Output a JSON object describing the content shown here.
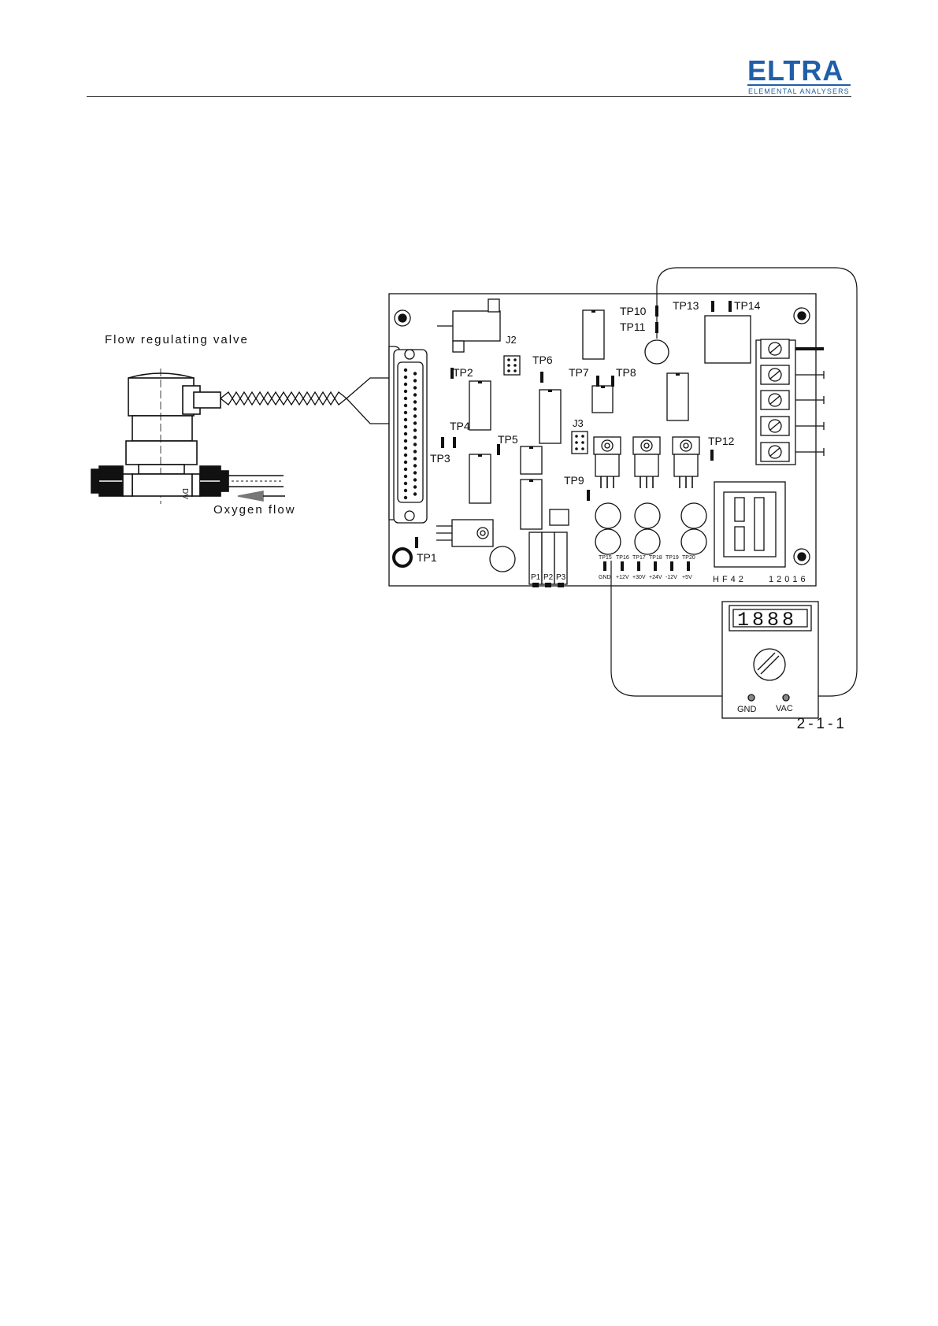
{
  "header": {
    "logo_text": "ELTRA",
    "logo_subtitle": "ELEMENTAL ANALYSERS"
  },
  "diagram": {
    "valve_label": "Flow regulating valve",
    "flow_label": "Oxygen flow",
    "valve_marking": "DV",
    "board_marking": "HF42",
    "board_number": "12016",
    "connectors": {
      "j2": "J2",
      "j3": "J3"
    },
    "test_points": {
      "tp1": "TP1",
      "tp2": "TP2",
      "tp3": "TP3",
      "tp4": "TP4",
      "tp5": "TP5",
      "tp6": "TP6",
      "tp7": "TP7",
      "tp8": "TP8",
      "tp9": "TP9",
      "tp10": "TP10",
      "tp11": "TP11",
      "tp12": "TP12",
      "tp13": "TP13",
      "tp14": "TP14"
    },
    "bottom_test_points": [
      {
        "name": "TP15",
        "voltage": "GND"
      },
      {
        "name": "TP16",
        "voltage": "+12V"
      },
      {
        "name": "TP17",
        "voltage": "+30V"
      },
      {
        "name": "TP18",
        "voltage": "+24V"
      },
      {
        "name": "TP19",
        "voltage": "-12V"
      },
      {
        "name": "TP20",
        "voltage": "+5V"
      }
    ],
    "potentiometers": [
      "P1",
      "P2",
      "P3"
    ],
    "meter": {
      "display": "1888",
      "gnd_label": "GND",
      "vac_label": "VAC"
    },
    "figure_number": "2-1-1"
  }
}
